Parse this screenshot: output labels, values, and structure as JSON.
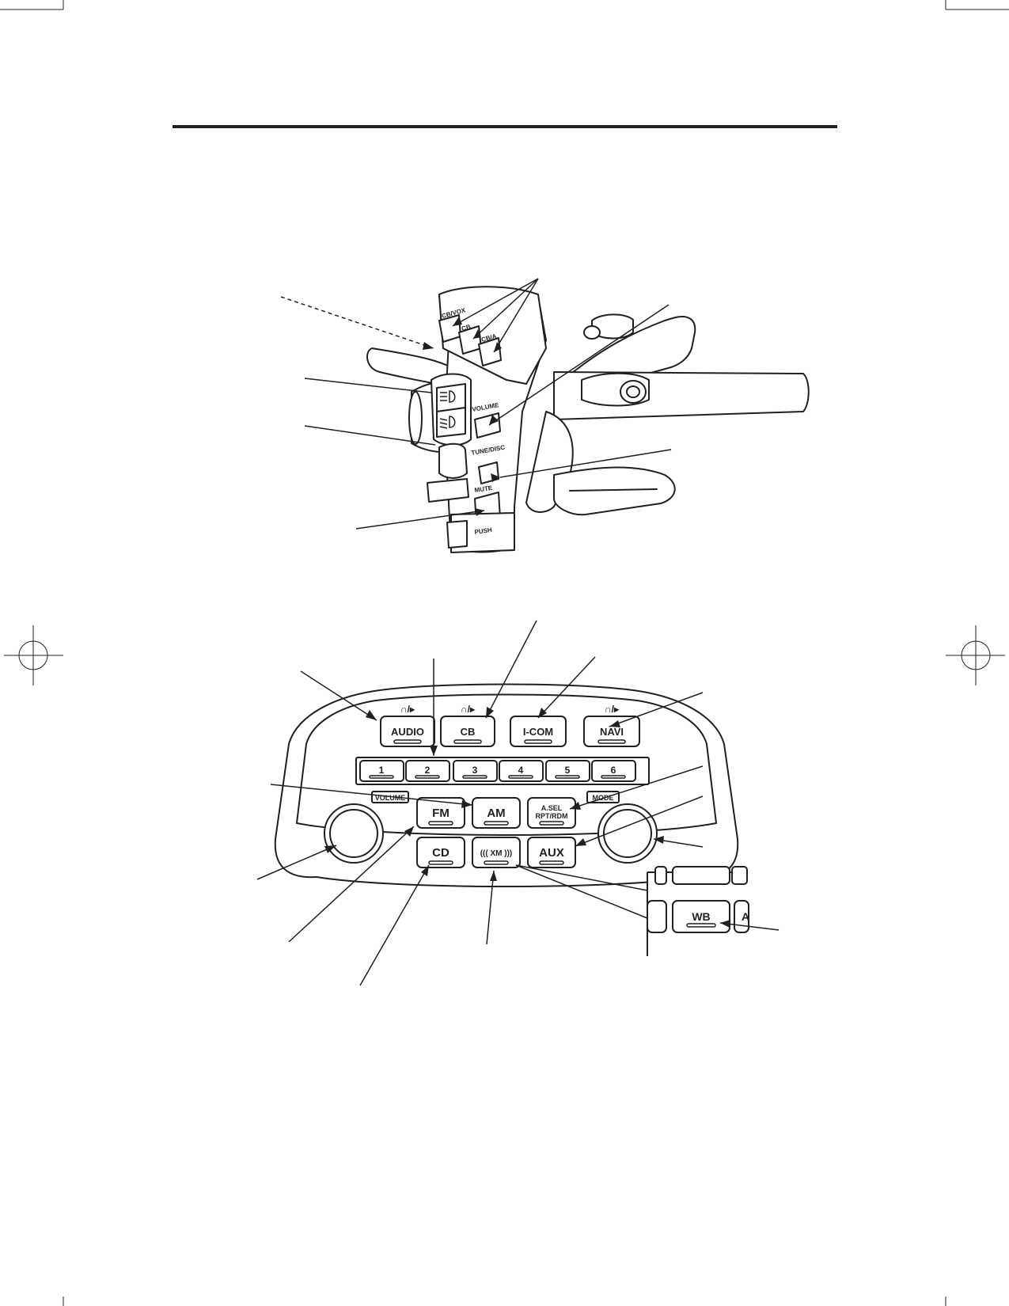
{
  "colors": {
    "ink": "#231f20",
    "paper": "#ffffff"
  },
  "handlebar": {
    "lever_labels": [
      "CB/VOX",
      "CB",
      "CB/A"
    ],
    "volume_label": "VOLUME",
    "tune_label": "TUNE/DISC",
    "mute_label": "MUTE",
    "push_label": "PUSH"
  },
  "panel": {
    "headset_symbol": "∩/▸",
    "top_buttons": [
      "AUDIO",
      "CB",
      "I-COM",
      "NAVI"
    ],
    "presets": [
      "1",
      "2",
      "3",
      "4",
      "5",
      "6"
    ],
    "fm": "FM",
    "am": "AM",
    "asel_line1": "A.SEL",
    "asel_line2": "RPT/RDM",
    "cd": "CD",
    "xm": "((( XM )))",
    "aux": "AUX",
    "volume_tag": "VOLUME",
    "mode_tag": "MODE",
    "inset_button": "WB",
    "inset_partial": "A"
  }
}
